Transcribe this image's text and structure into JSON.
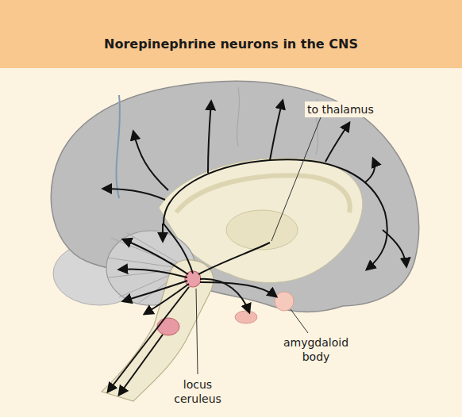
{
  "diagram": {
    "title": "Norepinephrine neurons in the CNS",
    "labels": [
      "to thalamus",
      "amygdaloid body",
      "locus ceruleus"
    ]
  }
}
